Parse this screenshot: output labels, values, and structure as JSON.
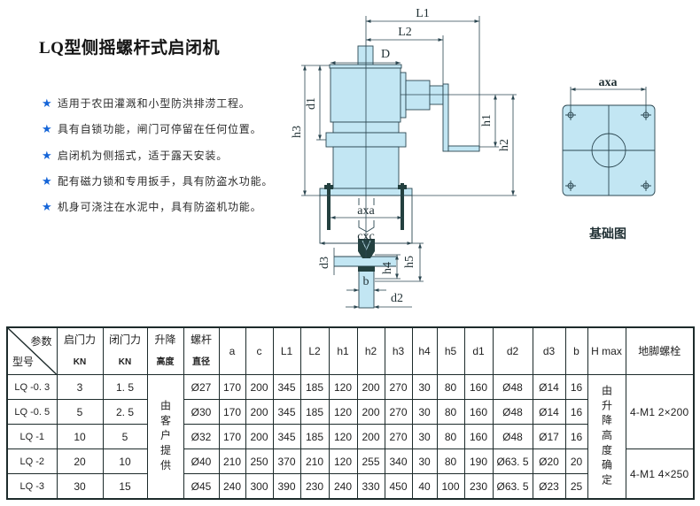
{
  "title": "LQ型侧摇螺杆式启闭机",
  "bullet_icon": "star-icon",
  "features": [
    "适用于农田灌溉和小型防洪排涝工程。",
    "具有自锁功能，闸门可停留在任何位置。",
    "启闭机为侧摇式，适于露天安装。",
    "配有磁力锁和专用扳手，具有防盗水功能。",
    "机身可浇注在水泥中，具有防盗机功能。"
  ],
  "colors": {
    "star": "#1565d8",
    "drawing_fill": "#c2e6f3",
    "drawing_line": "#2b4650",
    "bolt": "#23403f",
    "table_border": "#1d2b2b"
  },
  "drawing": {
    "L1": "L1",
    "L2": "L2",
    "D": "D",
    "d1": "d1",
    "h1": "h1",
    "h2": "h2",
    "h3": "h3",
    "axa": "axa",
    "cxc": "cxc",
    "d3": "d3",
    "h4": "h4",
    "h5": "h5",
    "b": "b",
    "d2": "d2"
  },
  "foundation": {
    "axa": "axa",
    "caption": "基础图"
  },
  "table": {
    "corner_top": "参数",
    "corner_bottom": "型号",
    "headers": [
      {
        "line1": "启门力",
        "line2": "KN"
      },
      {
        "line1": "闭门力",
        "line2": "KN"
      },
      {
        "line1": "升降",
        "line2": "高度"
      },
      {
        "line1": "螺杆",
        "line2": "直径"
      },
      {
        "line1": "a"
      },
      {
        "line1": "c"
      },
      {
        "line1": "L1"
      },
      {
        "line1": "L2"
      },
      {
        "line1": "h1"
      },
      {
        "line1": "h2"
      },
      {
        "line1": "h3"
      },
      {
        "line1": "h4"
      },
      {
        "line1": "h5"
      },
      {
        "line1": "d1"
      },
      {
        "line1": "d2"
      },
      {
        "line1": "d3"
      },
      {
        "line1": "b"
      },
      {
        "line1": "H max"
      },
      {
        "line1": "地脚螺栓"
      }
    ],
    "rows": [
      [
        "LQ -0. 3",
        "3",
        "1. 5",
        "Ø27",
        "170",
        "200",
        "345",
        "185",
        "120",
        "200",
        "270",
        "30",
        "80",
        "160",
        "Ø48",
        "Ø14",
        "16"
      ],
      [
        "LQ -0. 5",
        "5",
        "2. 5",
        "Ø30",
        "170",
        "200",
        "345",
        "185",
        "120",
        "200",
        "270",
        "30",
        "80",
        "160",
        "Ø48",
        "Ø14",
        "16"
      ],
      [
        "LQ -1",
        "10",
        "5",
        "Ø32",
        "170",
        "200",
        "345",
        "185",
        "120",
        "200",
        "270",
        "30",
        "80",
        "160",
        "Ø48",
        "Ø17",
        "16"
      ],
      [
        "LQ -2",
        "20",
        "10",
        "Ø40",
        "210",
        "250",
        "370",
        "210",
        "120",
        "255",
        "340",
        "30",
        "80",
        "190",
        "Ø63. 5",
        "Ø20",
        "20"
      ],
      [
        "LQ -3",
        "30",
        "15",
        "Ø45",
        "240",
        "300",
        "390",
        "230",
        "240",
        "330",
        "450",
        "40",
        "100",
        "230",
        "Ø63. 5",
        "Ø23",
        "25"
      ]
    ],
    "lift_height_note": "由客户提供",
    "hmax_note": "由升降高度确定",
    "anchor_bolts": [
      "4-M1 2×200",
      "4-M1 4×250"
    ]
  }
}
